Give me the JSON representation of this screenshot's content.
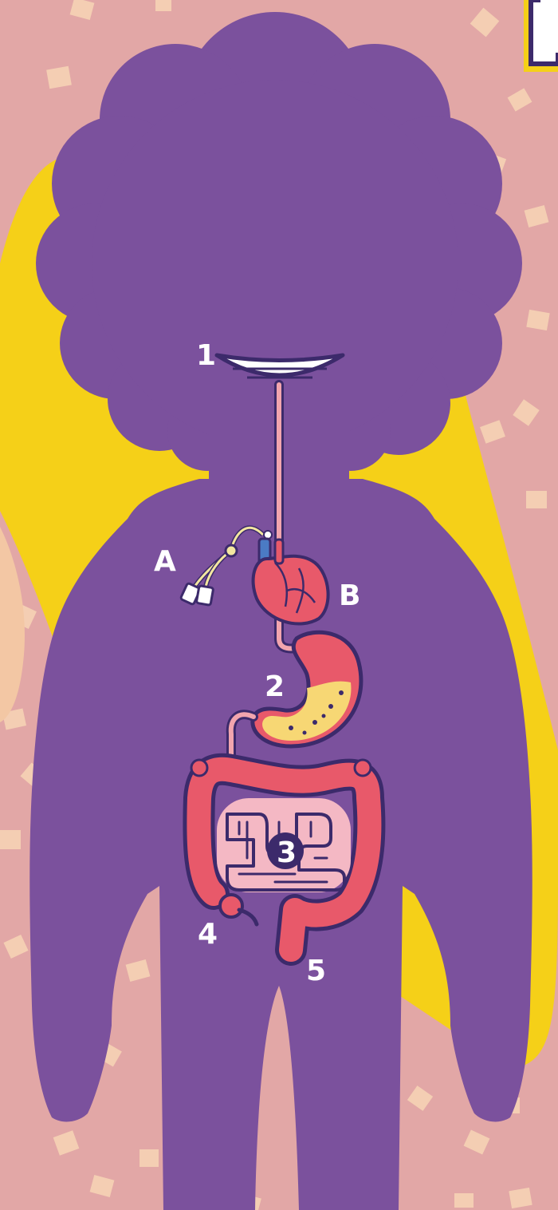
{
  "colors": {
    "background": "#e2a7a6",
    "confetti": "#f6d3b5",
    "sun_yellow": "#f5d018",
    "body_purple": "#7b519d",
    "outline_navy": "#3c2a6b",
    "organ_red": "#e8596a",
    "organ_pink": "#f2a5ae",
    "stomach_yellow": "#f7d774",
    "intestine_light": "#f4b8c4",
    "label_white": "#ffffff"
  },
  "labels": {
    "mouth": "1",
    "stomach": "2",
    "small_intestine": "3",
    "appendix": "4",
    "rectum": "5",
    "feeding_tube": "A",
    "heart": "B"
  },
  "icons": {
    "mouth": "mouth-icon",
    "esophagus": "esophagus-icon",
    "feeding_tube": "feeding-tube-icon",
    "heart": "heart-icon",
    "stomach": "stomach-icon",
    "large_intestine": "large-intestine-icon",
    "small_intestine": "small-intestine-icon"
  }
}
